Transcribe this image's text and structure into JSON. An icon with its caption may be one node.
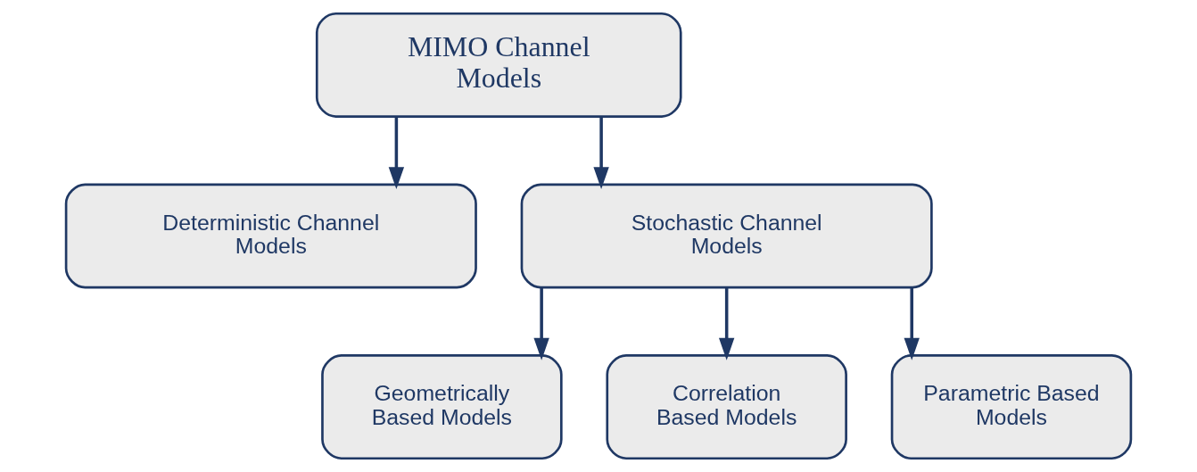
{
  "diagram": {
    "nodes": [
      {
        "text": [
          "MIMO Channel Models"
        ]
      },
      {
        "text": [
          "Deterministic Channel Models"
        ]
      },
      {
        "text": [
          "Stochastic Channel Models"
        ]
      },
      {
        "text": [
          "Geometrically Based Models"
        ]
      },
      {
        "text": [
          "Correlation Based Models"
        ]
      },
      {
        "text": [
          "Parametric Based Models"
        ]
      }
    ],
    "edges": [
      {
        "from": 0,
        "to": 1,
        "arrow": "to"
      },
      {
        "from": 0,
        "to": 2,
        "arrow": "to"
      },
      {
        "from": 2,
        "to": 3,
        "arrow": "to"
      },
      {
        "from": 2,
        "to": 4,
        "arrow": "to"
      },
      {
        "from": 2,
        "to": 5,
        "arrow": "to"
      }
    ]
  }
}
